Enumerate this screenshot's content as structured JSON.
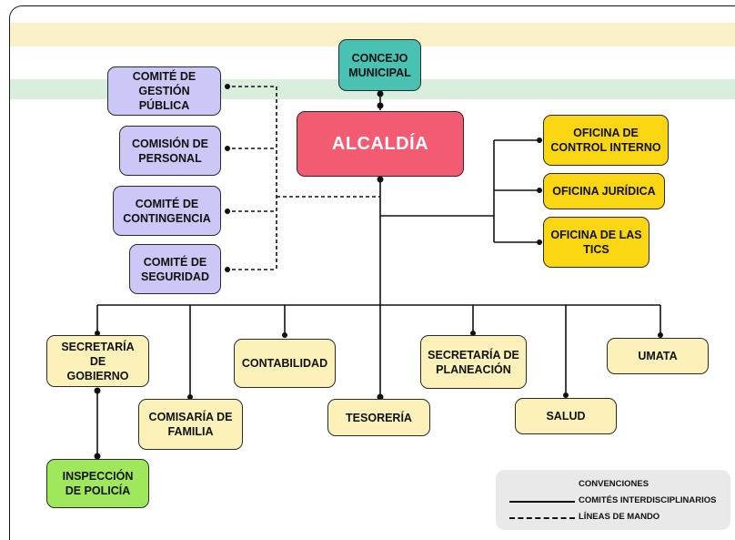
{
  "colors": {
    "purple": "#cbc7f7",
    "yellow": "#fcf1b8",
    "gold": "#fbd612",
    "teal": "#49c1b3",
    "green": "#9fe85c",
    "red": "#f25b72"
  },
  "nodes": {
    "concejo": "CONCEJO\nMUNICIPAL",
    "alcaldia": "ALCALDÍA",
    "comite_gestion": "COMITÉ DE\nGESTIÓN PÚBLICA",
    "comision_personal": "COMISIÓN DE\nPERSONAL",
    "comite_contingencia": "COMITÉ DE\nCONTINGENCIA",
    "comite_seguridad": "COMITÉ DE\nSEGURIDAD",
    "oficina_control": "OFICINA DE\nCONTROL INTERNO",
    "oficina_juridica": "OFICINA JURÍDICA",
    "oficina_tics": "OFICINA DE LAS\nTICS",
    "secretaria_gobierno": "SECRETARÍA DE\nGOBIERNO",
    "comisaria_familia": "COMISARÍA DE\nFAMILIA",
    "contabilidad": "CONTABILIDAD",
    "tesoreria": "TESORERÍA",
    "secretaria_planeacion": "SECRETARÍA DE\nPLANEACIÓN",
    "salud": "SALUD",
    "umata": "UMATA",
    "inspeccion_policia": "INSPECCIÓN\nDE POLICÍA"
  },
  "legend": {
    "title": "CONVENCIONES",
    "solid_label": "COMITÉS INTERDISCIPLINARIOS",
    "dashed_label": "LÍNEAS DE MANDO"
  }
}
